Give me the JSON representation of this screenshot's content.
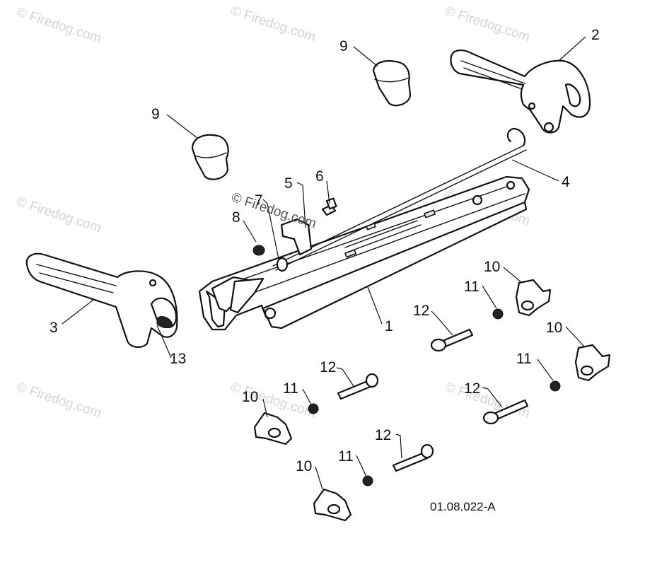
{
  "watermark": "© Firedog.com",
  "drawing_code": "01.08.022-A",
  "callouts": {
    "c1": "1",
    "c2": "2",
    "c3": "3",
    "c4": "4",
    "c5": "5",
    "c6": "6",
    "c7": "7",
    "c8": "8",
    "c9a": "9",
    "c9b": "9",
    "c10a": "10",
    "c10b": "10",
    "c10c": "10",
    "c10d": "10",
    "c11a": "11",
    "c11b": "11",
    "c11c": "11",
    "c11d": "11",
    "c12a": "12",
    "c12b": "12",
    "c12c": "12",
    "c12d": "12",
    "c13": "13"
  }
}
